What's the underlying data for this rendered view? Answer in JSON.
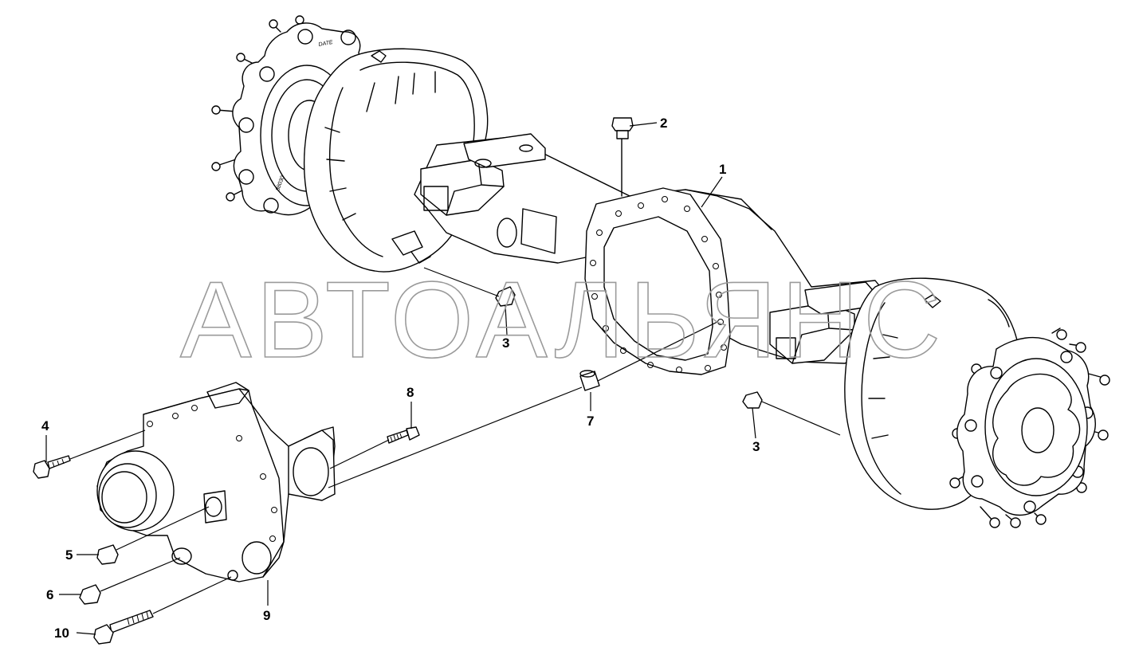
{
  "watermark": "АВТОАЛЬЯНС",
  "stamps": {
    "date": "DATE",
    "serial": "88030"
  },
  "callouts": [
    {
      "id": "1",
      "label": "1"
    },
    {
      "id": "2",
      "label": "2"
    },
    {
      "id": "3a",
      "label": "3"
    },
    {
      "id": "3b",
      "label": "3"
    },
    {
      "id": "4",
      "label": "4"
    },
    {
      "id": "5",
      "label": "5"
    },
    {
      "id": "6",
      "label": "6"
    },
    {
      "id": "7",
      "label": "7"
    },
    {
      "id": "8",
      "label": "8"
    },
    {
      "id": "9",
      "label": "9"
    },
    {
      "id": "10",
      "label": "10"
    }
  ]
}
